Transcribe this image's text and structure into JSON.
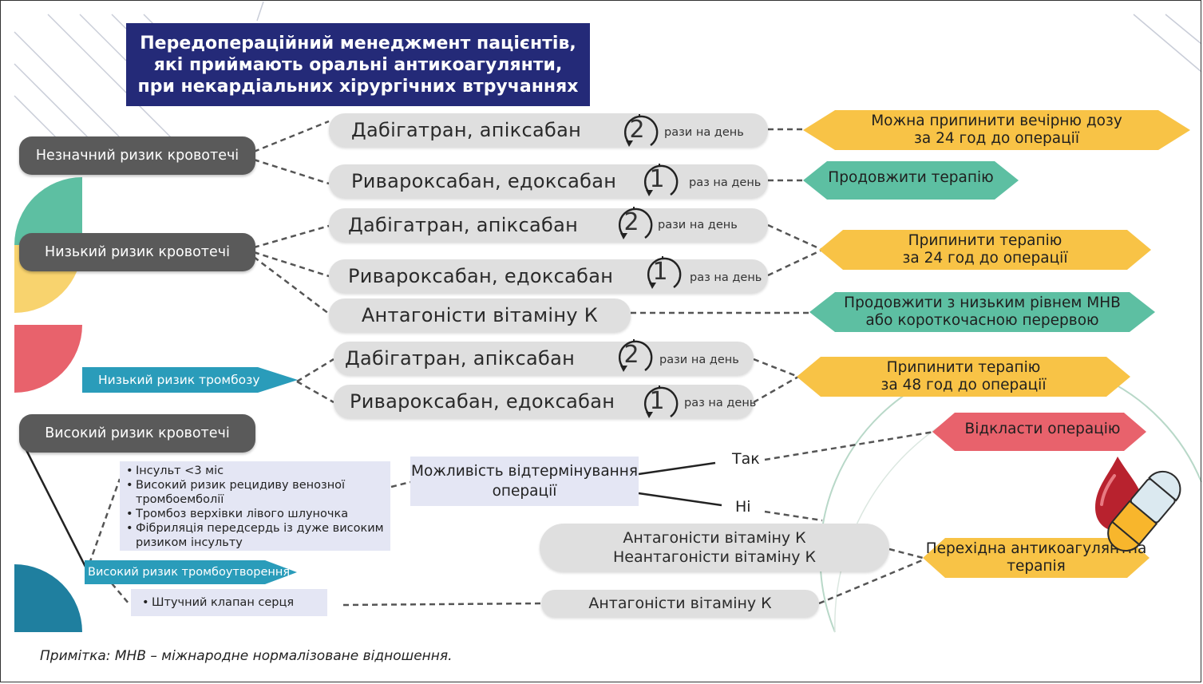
{
  "title": {
    "line1": "Передопераційний менеджмент пацієнтів,",
    "line2": "які приймають оральні антикоагулянти,",
    "line3": "при некардіальних хірургічних втручаннях"
  },
  "risks": {
    "minor": "Незначний ризик кровотечі",
    "low": "Низький ризик кровотечі",
    "high": "Високий ризик кровотечі"
  },
  "thrombosis": {
    "low": "Низький ризик тромбозу",
    "high": "Високий ризик тромбоутворення"
  },
  "drugs": {
    "dabigatran_apixaban": "Дабігатран, апіксабан",
    "rivaroxaban_edoxaban": "Ривароксабан, едоксабан",
    "vka": "Антагоністи вітаміну К",
    "vka_line": "Антагоністи вітаміну К",
    "non_vka_line": "Неантагоністи вітаміну К"
  },
  "frequency": {
    "twice_num": "2",
    "once_num": "1",
    "twice_label": "рази на день",
    "once_label": "раз на день"
  },
  "outcomes": {
    "stop_evening": {
      "line1": "Можна припинити вечірню дозу",
      "line2": "за 24 год до операції"
    },
    "continue": "Продовжити терапію",
    "stop_24": {
      "line1": "Припинити терапію",
      "line2": "за 24 год до операції"
    },
    "continue_inr": {
      "line1": "Продовжити з низьким рівнем МНВ",
      "line2": "або короткочасною перервою"
    },
    "stop_48": {
      "line1": "Припинити терапію",
      "line2": "за 48 год до операції"
    },
    "postpone": "Відкласти операцію",
    "bridging": {
      "line1": "Перехідна антикоагулянтна",
      "line2": "терапія"
    }
  },
  "high_risk_list": [
    "Інсульт <3 міс",
    "Високий ризик рецидиву венозної тромбоемболії",
    "Тромбоз верхівки лівого шлуночка",
    "Фібриляція передсердь із дуже високим ризиком інсульту"
  ],
  "valve_item": "Штучний клапан серця",
  "question": {
    "line1": "Можливість відтермінування",
    "line2": "операції"
  },
  "answers": {
    "yes": "Так",
    "no": "Ні"
  },
  "note": "Примітка: МНВ – міжнародне нормалізоване відношення.",
  "colors": {
    "navy": "#242a78",
    "dark_grey": "#5a5a5a",
    "pill_grey": "#dfdfdf",
    "orange": "#f8c346",
    "teal": "#5dbfa2",
    "red": "#e8626c",
    "blue": "#2a9cba",
    "lavender": "#e4e6f4"
  },
  "icons": [
    "clock-icon",
    "blood-drop-icon",
    "capsule-icon"
  ]
}
